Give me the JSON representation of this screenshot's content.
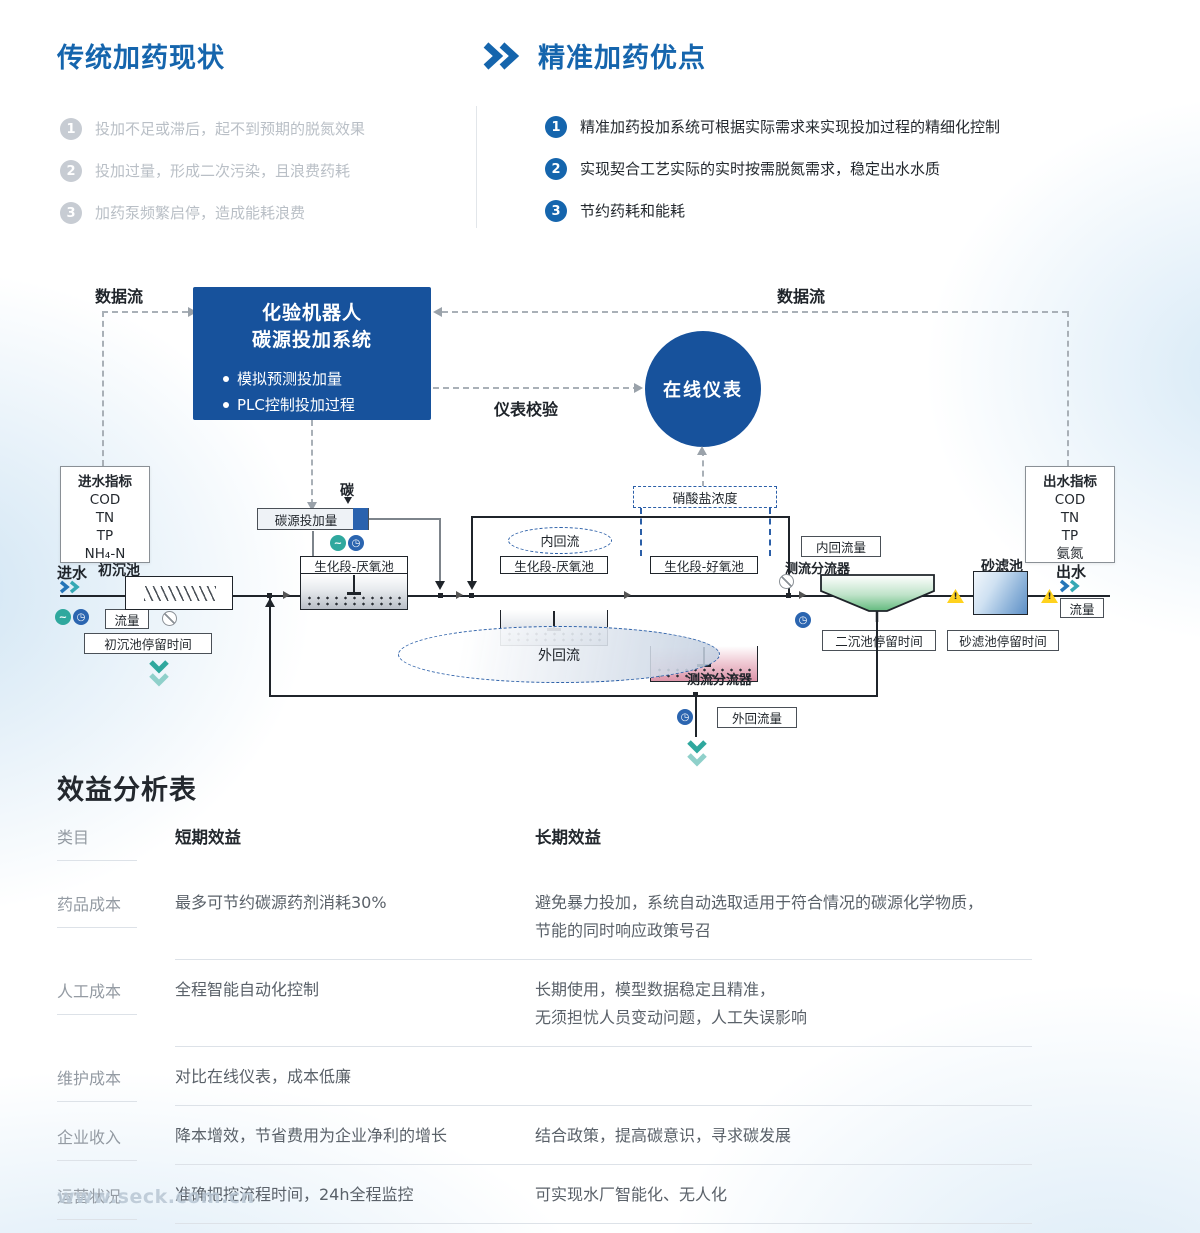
{
  "header": {
    "left": {
      "title": "传统加药现状",
      "items": [
        {
          "num": "1",
          "text": "投加不足或滞后，起不到预期的脱氮效果"
        },
        {
          "num": "2",
          "text": "投加过量，形成二次污染，且浪费药耗"
        },
        {
          "num": "3",
          "text": "加药泵频繁启停，造成能耗浪费"
        }
      ]
    },
    "right": {
      "title": "精准加药优点",
      "items": [
        {
          "num": "1",
          "text": "精准加药投加系统可根据实际需求来实现投加过程的精细化控制"
        },
        {
          "num": "2",
          "text": "实现契合工艺实际的实时按需脱氮需求，稳定出水水质"
        },
        {
          "num": "3",
          "text": "节约药耗和能耗"
        }
      ]
    }
  },
  "diagram": {
    "dataflow_left": "数据流",
    "dataflow_right": "数据流",
    "robot": {
      "title1": "化验机器人",
      "title2": "碳源投加系统",
      "bullets": [
        "模拟预测投加量",
        "PLC控制投加过程"
      ]
    },
    "online_meter": "在线仪表",
    "meter_check": "仪表校验",
    "inflow_panel": {
      "title": "进水指标",
      "rows": [
        "COD",
        "TN",
        "TP",
        "NH₄-N"
      ]
    },
    "outflow_panel": {
      "title": "出水指标",
      "rows": [
        "COD",
        "TN",
        "TP",
        "氨氮"
      ]
    },
    "inflow": "进水",
    "outflow": "出水",
    "primary_tank": "初沉池",
    "flow_left": "流量",
    "flow_right": "流量",
    "primary_retention": "初沉池停留时间",
    "carbon_dose": "碳源投加量",
    "carbon": "碳",
    "tanks": [
      {
        "label": "生化段-厌氧池"
      },
      {
        "label": "生化段-厌氧池"
      },
      {
        "label": "生化段-好氧池"
      }
    ],
    "nitrate": "硝酸盐浓度",
    "inner_loop": "内回流",
    "inner_loop_flow": "内回流量",
    "splitter_top": "测流分流器",
    "splitter_bottom": "测流分流器",
    "secondary_retention": "二沉池停留时间",
    "sand_filter": "砂滤池",
    "sand_retention": "砂滤池停留时间",
    "outer_loop": "外回流",
    "outer_loop_flow": "外回流量"
  },
  "table": {
    "title": "效益分析表",
    "headers": [
      "类目",
      "短期效益",
      "长期效益"
    ],
    "rows": [
      {
        "category": "药品成本",
        "short": "最多可节约碳源药剂消耗30%",
        "long": "避免暴力投加，系统自动选取适用于符合情况的碳源化学物质，\n节能的同时响应政策号召"
      },
      {
        "category": "人工成本",
        "short": "全程智能自动化控制",
        "long": "长期使用，模型数据稳定且精准，\n无须担忧人员变动问题，人工失误影响"
      },
      {
        "category": "维护成本",
        "short": "对比在线仪表，成本低廉",
        "long": ""
      },
      {
        "category": "企业收入",
        "short": "降本增效，节省费用为企业净利的增长",
        "long": "结合政策，提高碳意识，寻求碳发展"
      },
      {
        "category": "运营状况",
        "short": "准确把控流程时间，24h全程监控",
        "long": "可实现水厂智能化、无人化"
      }
    ]
  },
  "icons": {
    "wave": "~",
    "clock": "◷",
    "warning": "!"
  },
  "footer": {
    "site": "www.seck.com.cn"
  }
}
